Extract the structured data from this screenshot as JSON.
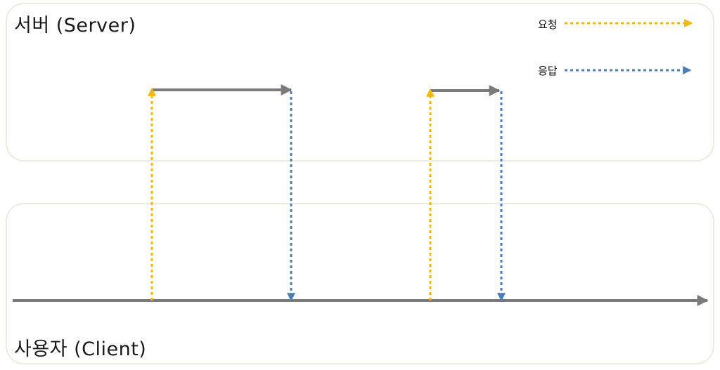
{
  "lanes": {
    "server_title": "서버 (Server)",
    "client_title": "사용자 (Client)"
  },
  "legend": {
    "request_label": "요청",
    "response_label": "응답"
  },
  "colors": {
    "request": "#f5b800",
    "response": "#4a7ebb",
    "timeline": "#7a7a7a",
    "lane_border": "#ecebe0"
  },
  "icons": {
    "request_arrow": "dotted-arrow-right-icon",
    "response_arrow": "dotted-arrow-right-icon",
    "timeline_arrow": "arrow-right-icon"
  }
}
